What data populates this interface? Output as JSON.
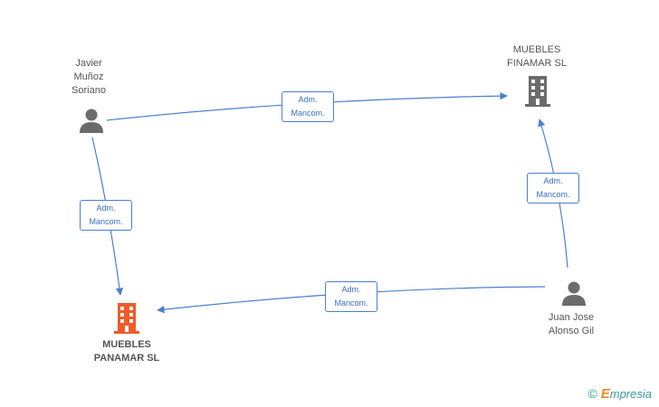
{
  "nodes": {
    "javier": {
      "name_lines": [
        "Javier",
        "Muñoz",
        "Soriano"
      ]
    },
    "finamar": {
      "name_lines": [
        "MUEBLES",
        "FINAMAR SL"
      ]
    },
    "panamar": {
      "name_lines": [
        "MUEBLES",
        "PANAMAR SL"
      ]
    },
    "juan": {
      "name_lines": [
        "Juan Jose",
        "Alonso Gil"
      ]
    }
  },
  "edges": [
    {
      "from": "javier",
      "to": "finamar",
      "label_lines": [
        "Adm.",
        "Mancom."
      ]
    },
    {
      "from": "javier",
      "to": "panamar",
      "label_lines": [
        "Adm.",
        "Mancom."
      ]
    },
    {
      "from": "juan",
      "to": "finamar",
      "label_lines": [
        "Adm.",
        "Mancom."
      ]
    },
    {
      "from": "juan",
      "to": "panamar",
      "label_lines": [
        "Adm.",
        "Mancom."
      ]
    }
  ],
  "colors": {
    "edge": "#4a7fd0",
    "person_icon": "#6b6b6b",
    "company_icon": "#6b6b6b",
    "highlight_company_icon": "#f05a28"
  },
  "icons": {
    "person": "person-icon",
    "company": "building-icon"
  },
  "footer": {
    "copyright": "©",
    "brand_first": "E",
    "brand_rest": "mpresia"
  }
}
